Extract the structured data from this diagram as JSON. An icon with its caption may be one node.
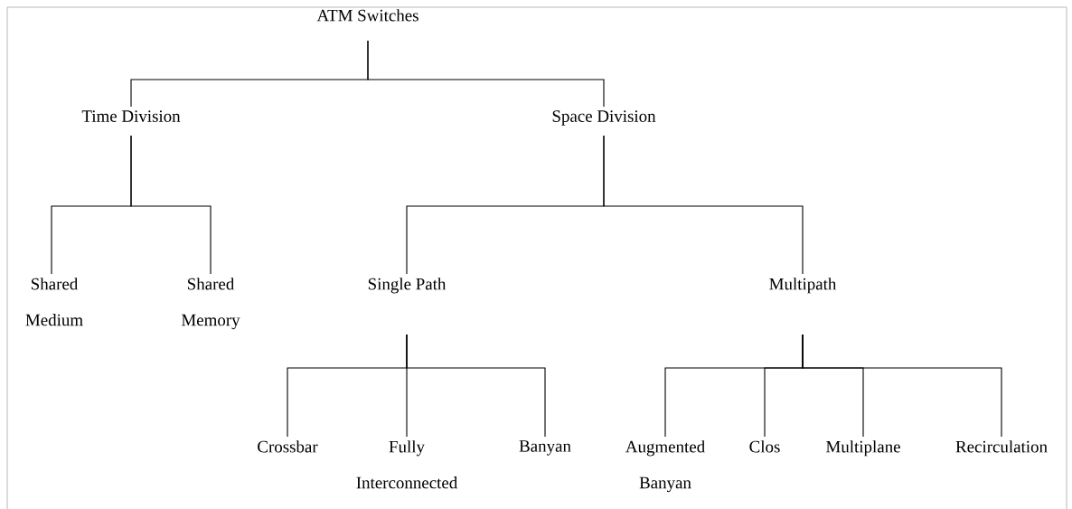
{
  "diagram": {
    "nodes": [
      {
        "text": [
          "ATM Switches"
        ]
      },
      {
        "text": [
          "Time Division"
        ]
      },
      {
        "text": [
          "Space Division"
        ]
      },
      {
        "text": [
          "Shared Medium"
        ]
      },
      {
        "text": [
          "Shared Memory"
        ]
      },
      {
        "text": [
          "Single Path"
        ]
      },
      {
        "text": [
          "Multipath"
        ]
      },
      {
        "text": [
          "Crossbar"
        ]
      },
      {
        "text": [
          "Fully Interconnected"
        ]
      },
      {
        "text": [
          "Banyan"
        ]
      },
      {
        "text": [
          "Augmented Banyan"
        ]
      },
      {
        "text": [
          "Clos"
        ]
      },
      {
        "text": [
          "Multiplane"
        ]
      },
      {
        "text": [
          "Recirculation"
        ]
      }
    ],
    "edges": [
      {
        "from": 0,
        "to": 1,
        "arrow": "none"
      },
      {
        "from": 0,
        "to": 2,
        "arrow": "none"
      },
      {
        "from": 1,
        "to": 3,
        "arrow": "none"
      },
      {
        "from": 1,
        "to": 4,
        "arrow": "none"
      },
      {
        "from": 2,
        "to": 5,
        "arrow": "none"
      },
      {
        "from": 2,
        "to": 6,
        "arrow": "none"
      },
      {
        "from": 5,
        "to": 7,
        "arrow": "none"
      },
      {
        "from": 5,
        "to": 8,
        "arrow": "none"
      },
      {
        "from": 5,
        "to": 9,
        "arrow": "none"
      },
      {
        "from": 6,
        "to": 10,
        "arrow": "none"
      },
      {
        "from": 6,
        "to": 11,
        "arrow": "none"
      },
      {
        "from": 6,
        "to": 12,
        "arrow": "none"
      },
      {
        "from": 6,
        "to": 13,
        "arrow": "none"
      }
    ]
  }
}
